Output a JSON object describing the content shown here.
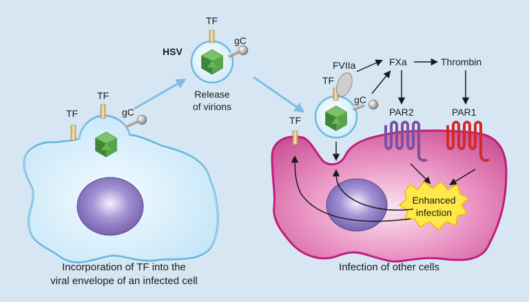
{
  "labels": {
    "hsv": "HSV",
    "tf": "TF",
    "gc": "gC",
    "release_line1": "Release",
    "release_line2": "of virions",
    "fviia": "FVIIa",
    "fxa": "FXa",
    "thrombin": "Thrombin",
    "par2": "PAR2",
    "par1": "PAR1",
    "enhanced_line1": "Enhanced",
    "enhanced_line2": "infection",
    "caption_left_line1": "Incorporation of TF into the",
    "caption_left_line2": "viral envelope of an infected cell",
    "caption_right": "Infection of other cells"
  },
  "colors": {
    "background": "#d6e7f3",
    "infected_cell_fill": "#cfe8f8",
    "infected_cell_stroke": "#6bb8e0",
    "other_cell_fill": "#d86ca8",
    "other_cell_stroke": "#c01c7c",
    "nucleus": "#8a78c0",
    "virion_capsid": "#4f9a45",
    "tf_stalk": "#f5d9a0",
    "enhanced_burst": "#ffe84a",
    "par2": "#7d4fa0",
    "par1": "#d12a2a",
    "transfer_arrow": "#7fbde2"
  }
}
